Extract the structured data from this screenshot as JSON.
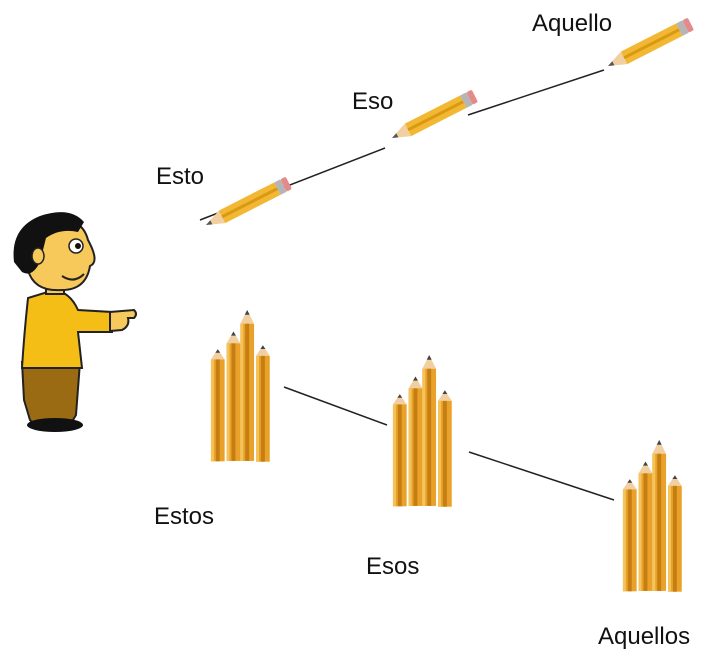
{
  "labels": {
    "near_singular": "Esto",
    "mid_singular": "Eso",
    "far_singular": "Aquello",
    "near_plural": "Estos",
    "mid_plural": "Esos",
    "far_plural": "Aquellos"
  },
  "colors": {
    "pencil_body": "#F2B733",
    "pencil_stripe": "#D99A12",
    "pencil_wood": "#F1CFA0",
    "graphite": "#555555",
    "eraser": "#E58A8A",
    "ferrule": "#B5B5B5",
    "shirt": "#F5BE16",
    "pants": "#9A6B12",
    "skin": "#F7C95A",
    "hair": "#111111",
    "line": "#222222"
  },
  "icons": {
    "person": "pointing-man-icon",
    "single": "pencil-icon",
    "group": "pencil-bundle-icon"
  }
}
